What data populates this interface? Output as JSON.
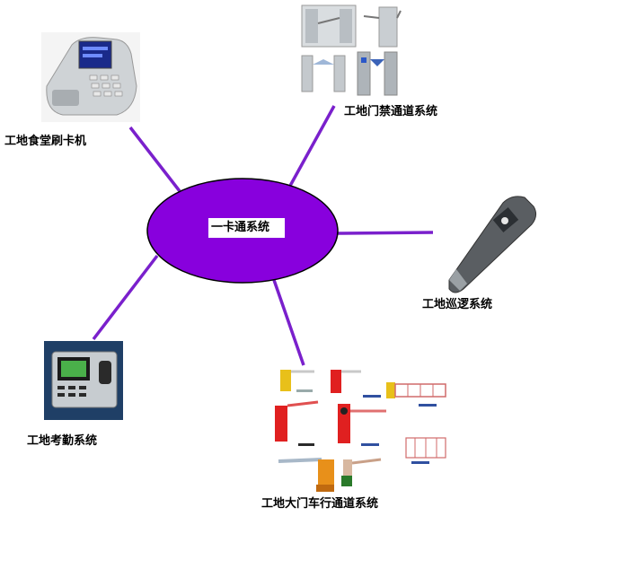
{
  "center": {
    "label": "一卡通系统",
    "color": "#8800dd"
  },
  "connector_color": "#7a20cc",
  "nodes": [
    {
      "id": "canteen",
      "label": "工地食堂刷卡机",
      "device": "card-reader-terminal-icon"
    },
    {
      "id": "access",
      "label": "工地门禁通道系统",
      "device": "turnstile-gates-icon"
    },
    {
      "id": "patrol",
      "label": "工地巡逻系统",
      "device": "patrol-stick-icon"
    },
    {
      "id": "attendance",
      "label": "工地考勤系统",
      "device": "fingerprint-terminal-icon"
    },
    {
      "id": "vehicle",
      "label": "工地大门车行通道系统",
      "device": "barrier-gates-icon"
    }
  ]
}
